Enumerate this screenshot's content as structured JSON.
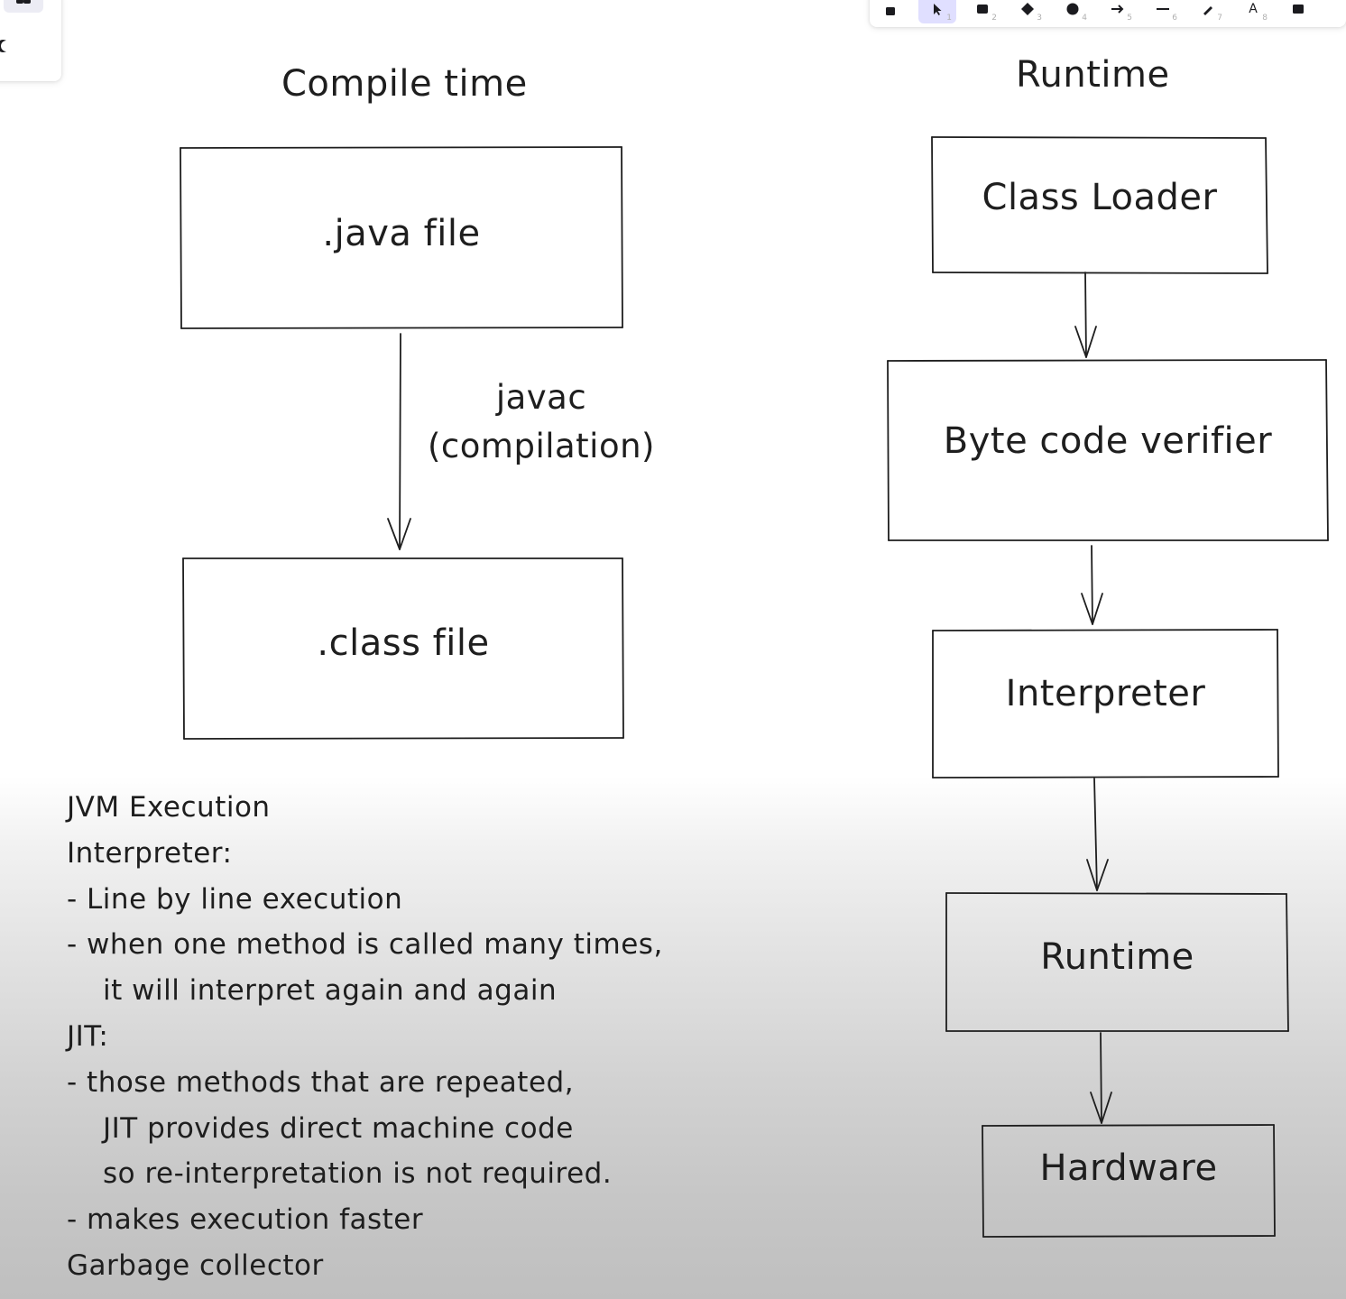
{
  "ui": {
    "toolbar": {
      "tools": [
        {
          "name": "lock",
          "key": ""
        },
        {
          "name": "selection",
          "key": "1"
        },
        {
          "name": "rectangle",
          "key": "2"
        },
        {
          "name": "diamond",
          "key": "3"
        },
        {
          "name": "ellipse",
          "key": "4"
        },
        {
          "name": "arrow",
          "key": "5"
        },
        {
          "name": "line",
          "key": "6"
        },
        {
          "name": "draw",
          "key": "7"
        },
        {
          "name": "text",
          "key": "8",
          "glyph": "A"
        },
        {
          "name": "image",
          "key": ""
        }
      ],
      "active_tool": "selection"
    }
  },
  "diagram": {
    "compile_heading": "Compile time",
    "runtime_heading": "Runtime",
    "java_box": ".java file",
    "compile_edge": [
      "javac",
      "(compilation)"
    ],
    "class_box": ".class file",
    "runtime_boxes": [
      "Class Loader",
      "Byte code verifier",
      "Interpreter",
      "Runtime",
      "Hardware"
    ]
  },
  "notes": [
    "JVM Execution",
    "Interpreter:",
    "- Line by line execution",
    "- when one method is called many times,",
    "it will interpret again and again",
    "JIT:",
    "- those methods that are repeated,",
    "JIT provides direct machine code",
    "so re-interpretation is not required.",
    "- makes execution faster",
    "Garbage collector"
  ]
}
